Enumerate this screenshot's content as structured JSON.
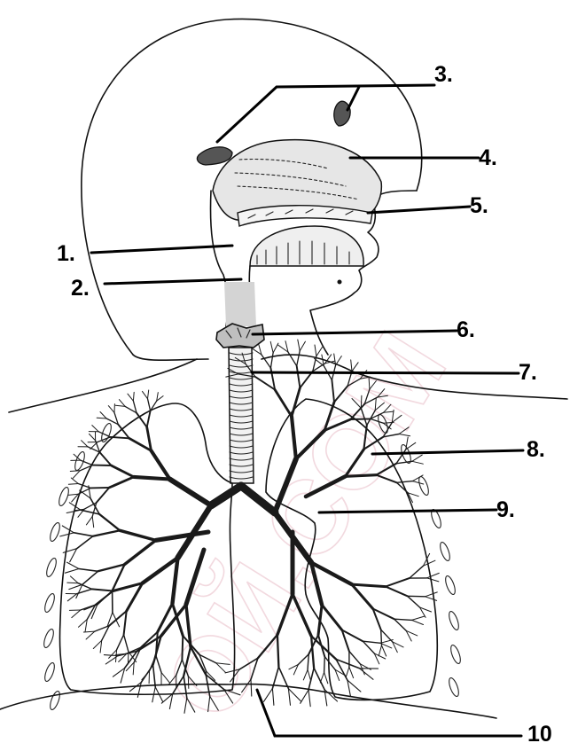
{
  "labels": [
    {
      "id": "1",
      "text": "1."
    },
    {
      "id": "2",
      "text": "2."
    },
    {
      "id": "3",
      "text": "3."
    },
    {
      "id": "4",
      "text": "4."
    },
    {
      "id": "5",
      "text": "5."
    },
    {
      "id": "6",
      "text": "6."
    },
    {
      "id": "7",
      "text": "7."
    },
    {
      "id": "8",
      "text": "8."
    },
    {
      "id": "9",
      "text": "9."
    },
    {
      "id": "10",
      "text": "10"
    }
  ],
  "watermark": "ОЙ.COM",
  "colors": {
    "line": "#111111",
    "tissue_fill": "#d9d9d9",
    "gland_fill": "#555555",
    "watermark": "#f2d9df"
  }
}
